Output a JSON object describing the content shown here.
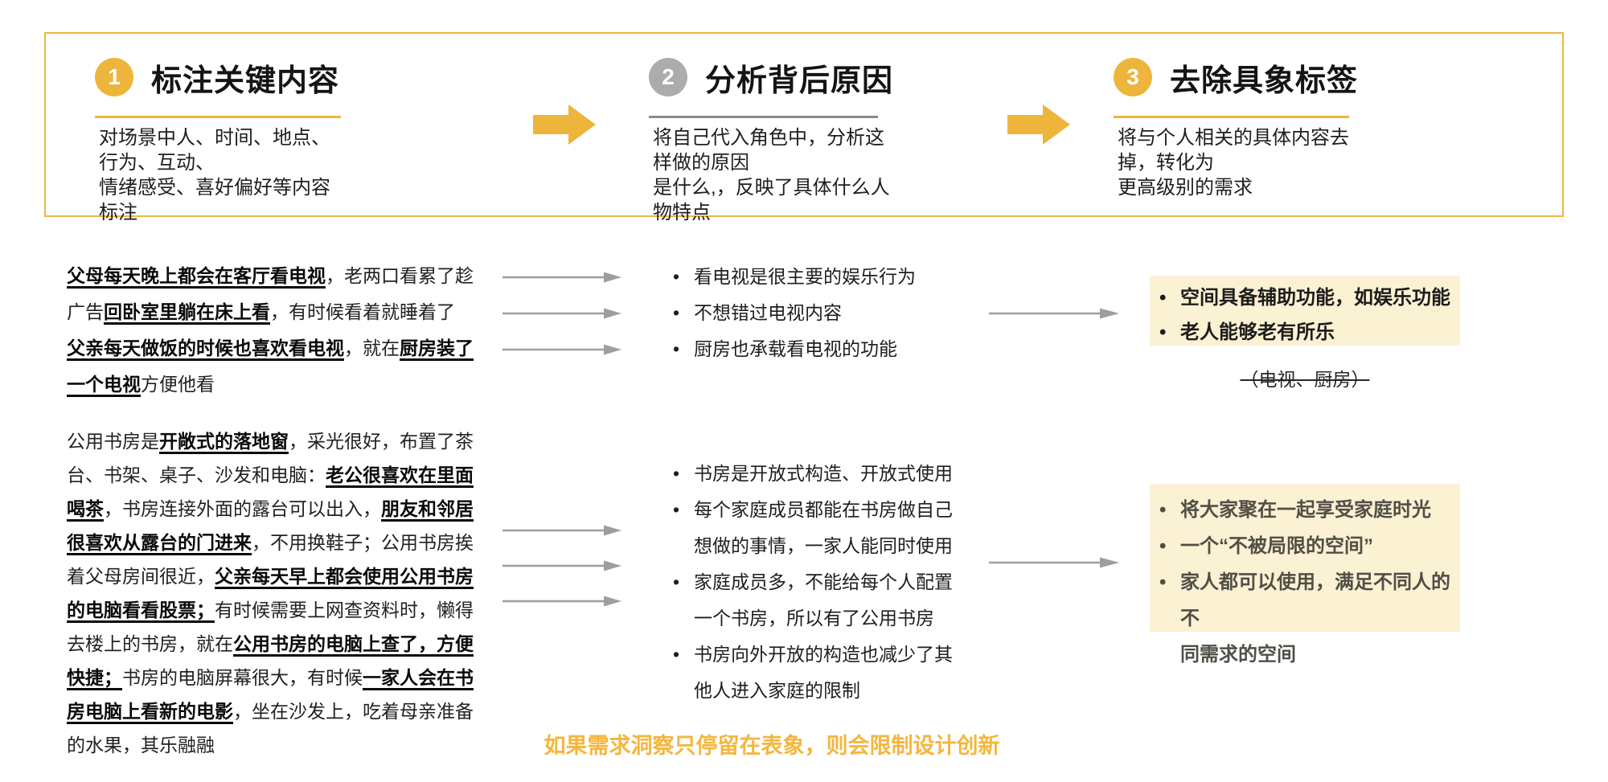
{
  "colors": {
    "accent_gold": "#EEB53D",
    "badge_gray": "#ACACAC",
    "highlight_cream": "#FBF1D3",
    "note_orange": "#F5B63E"
  },
  "process": {
    "steps": [
      {
        "number": "1",
        "title": "标注关键内容",
        "desc": "对场景中人、时间、地点、行为、互动、\n情绪感受、喜好偏好等内容标注"
      },
      {
        "number": "2",
        "title": "分析背后原因",
        "desc": "将自己代入角色中，分析这样做的原因\n是什么,，反映了具体什么人物特点"
      },
      {
        "number": "3",
        "title": "去除具象标签",
        "desc": "将与个人相关的具体内容去掉，转化为\n更高级别的需求"
      }
    ]
  },
  "cases": [
    {
      "story": [
        {
          "t": "父母每天晚上都会在客厅看电视",
          "em": true
        },
        {
          "t": "，老两口看累了趁\n广告"
        },
        {
          "t": "回卧室里躺在床上看",
          "em": true
        },
        {
          "t": "，有时候看着就睡着了\n"
        },
        {
          "t": "父亲每天做饭的时候也喜欢看电视",
          "em": true
        },
        {
          "t": "，就在"
        },
        {
          "t": "厨房装了\n一个电视",
          "em": true
        },
        {
          "t": "方便他看"
        }
      ],
      "reasons": [
        "看电视是很主要的娱乐行为",
        "不想错过电视内容",
        "厨房也承载看电视的功能"
      ],
      "insights": [
        "空间具备辅助功能，如娱乐功能",
        "老人能够老有所乐"
      ],
      "removed": "（电视、厨房）"
    },
    {
      "story": [
        {
          "t": "公用书房是"
        },
        {
          "t": "开敞式的落地窗",
          "em": true
        },
        {
          "t": "，采光很好，布置了茶\n台、书架、桌子、沙发和电脑："
        },
        {
          "t": "老公很喜欢在里面\n喝茶",
          "em": true
        },
        {
          "t": "，书房连接外面的露台可以出入，"
        },
        {
          "t": "朋友和邻居\n很喜欢从露台的门进来",
          "em": true
        },
        {
          "t": "，不用换鞋子；公用书房挨\n着父母房间很近，"
        },
        {
          "t": "父亲每天早上都会使用公用书房\n的电脑看看股票；",
          "em": true
        },
        {
          "t": "有时候需要上网查资料时，懒得\n去楼上的书房，就在"
        },
        {
          "t": "公用书房的电脑上查了，方便\n快捷；",
          "em": true
        },
        {
          "t": "书房的电脑屏幕很大，有时候"
        },
        {
          "t": "一家人会在书\n房电脑上看新的电影",
          "em": true
        },
        {
          "t": "，坐在沙发上，吃着母亲准备\n的水果，其乐融融"
        }
      ],
      "reasons": [
        "书房是开放式构造、开放式使用",
        "每个家庭成员都能在书房做自己\n想做的事情，一家人能同时使用",
        "家庭成员多，不能给每个人配置\n一个书房，所以有了公用书房",
        "书房向外开放的构造也减少了其\n他人进入家庭的限制"
      ],
      "insights": [
        "将大家聚在一起享受家庭时光",
        "一个“不被局限的空间”",
        "家人都可以使用，满足不同人的不\n同需求的空间"
      ]
    }
  ],
  "footer": {
    "note": "如果需求洞察只停留在表象，则会限制设计创新"
  }
}
